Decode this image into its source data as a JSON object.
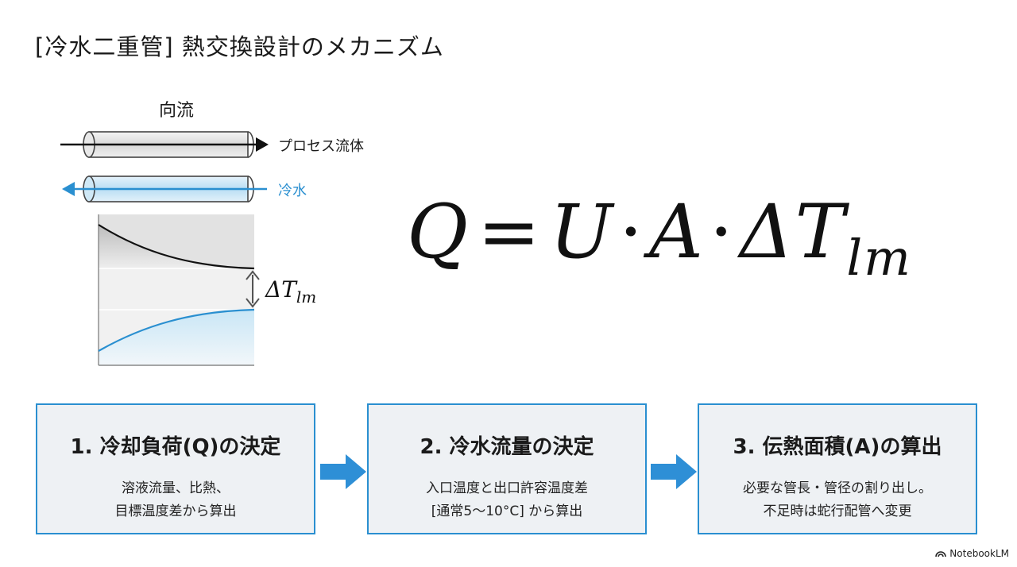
{
  "title": "[冷水二重管] 熱交換設計のメカニズム",
  "diagram": {
    "flow_label": "向流",
    "process_label": "プロセス流体",
    "water_label": "冷水",
    "delta_label": "ΔT",
    "delta_sub": "lm"
  },
  "formula": {
    "q": "Q",
    "eq": "=",
    "u": "U",
    "a": "A",
    "dot": "·",
    "dt": "ΔT",
    "sub": "lm"
  },
  "steps": [
    {
      "title": "1. 冷却負荷(Q)の決定",
      "lines": [
        "溶液流量、比熱、",
        "目標温度差から算出"
      ]
    },
    {
      "title": "2. 冷水流量の決定",
      "lines": [
        "入口温度と出口許容温度差",
        "[通常5〜10°C] から算出"
      ]
    },
    {
      "title": "3. 伝熱面積(A)の算出",
      "lines": [
        "必要な管長・管径の割り出し。",
        "不足時は蛇行配管へ変更"
      ]
    }
  ],
  "brand": {
    "name": "NotebookLM"
  },
  "colors": {
    "accent": "#2a8fd0",
    "arrow": "#2e8fd6",
    "box_bg": "#eef1f4"
  }
}
